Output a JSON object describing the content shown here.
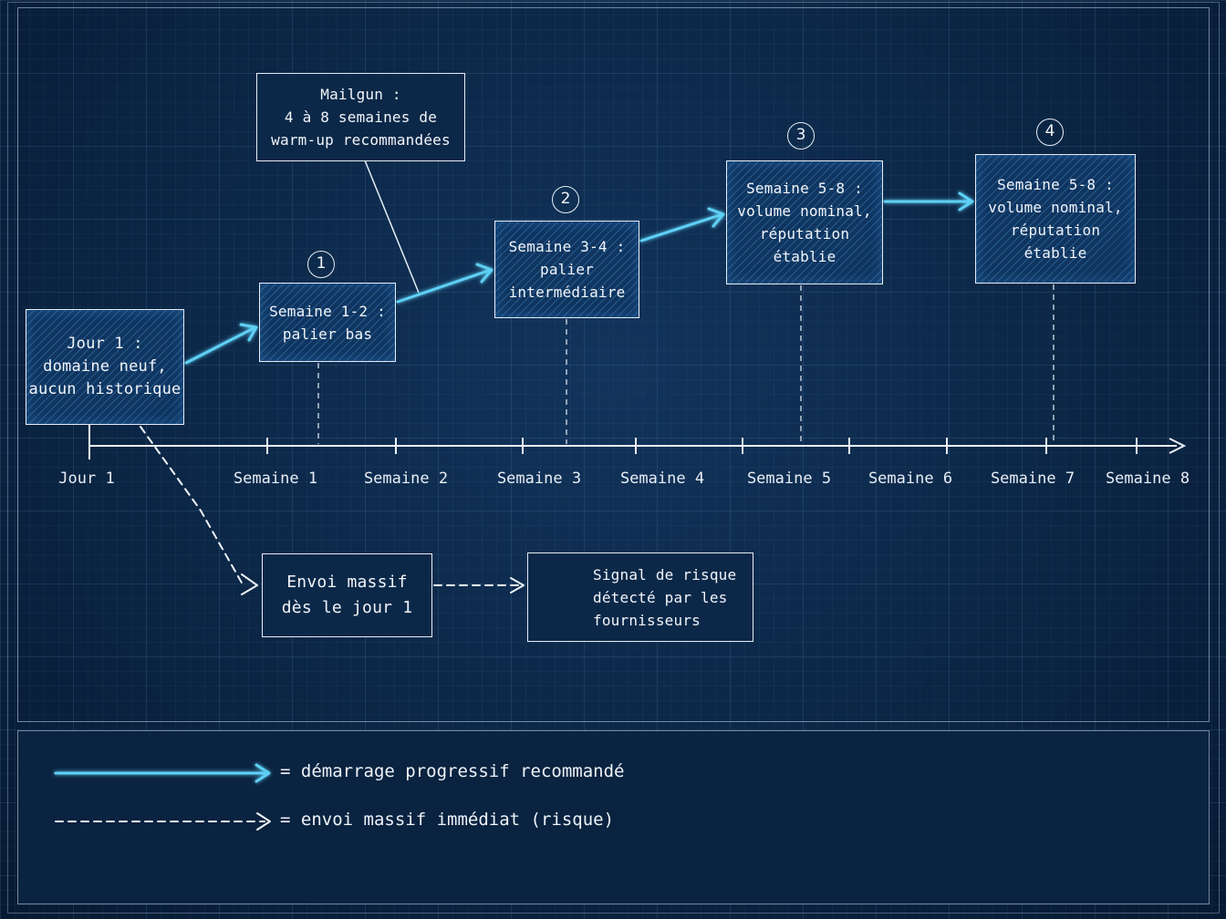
{
  "axis": {
    "ticks": [
      "Jour 1",
      "Semaine 1",
      "Semaine 2",
      "Semaine 3",
      "Semaine 4",
      "Semaine 5",
      "Semaine 6",
      "Semaine 7",
      "Semaine 8"
    ]
  },
  "steps": [
    {
      "label": "Jour 1 :\ndomaine neuf,\naucun historique"
    },
    {
      "number": "1",
      "label": "Semaine 1-2 :\npalier bas"
    },
    {
      "number": "2",
      "label": "Semaine 3-4 :\npalier\nintermédiaire"
    },
    {
      "number": "3",
      "label": "Semaine 5-8 :\nvolume nominal,\nréputation\nétablie"
    },
    {
      "number": "4",
      "label": "Semaine 5-8 :\nvolume nominal,\nréputation\nétablie"
    }
  ],
  "callout": {
    "text": "Mailgun :\n4 à 8 semaines de\nwarm-up recommandées"
  },
  "risk_path": {
    "burst_label": "Envoi  massif\ndès le jour 1",
    "signal_label": "Signal de risque\ndétecté par les\nfournisseurs"
  },
  "legend": {
    "progressive": "= démarrage progressif recommandé",
    "burst": "= envoi massif immédiat (risque)"
  },
  "colors": {
    "accent": "#5fd0f5",
    "line": "#eaf1f8",
    "background": "#0b2442"
  }
}
